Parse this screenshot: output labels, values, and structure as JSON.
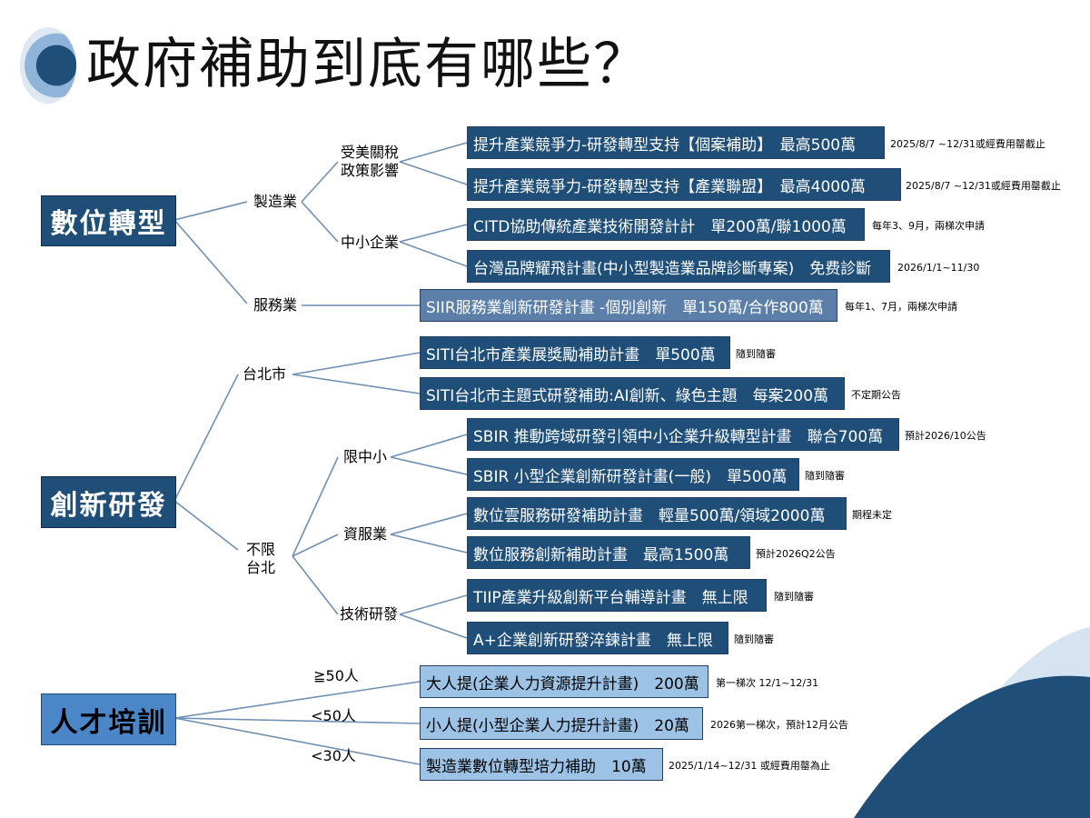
{
  "title": "政府補助到底有哪些？",
  "categories": {
    "digital": "數位轉型",
    "innovation": "創新研發",
    "talent": "人才培訓"
  },
  "nodes": {
    "manufacturing": "製造業",
    "tariff": "受美關稅\n政策影響",
    "sme": "中小企業",
    "services": "服務業",
    "taipei": "台北市",
    "not_taipei": "不限\n台北",
    "sme_only": "限中小",
    "it_services": "資服業",
    "tech_rd": "技術研發",
    "ge50": "≧50人",
    "lt50": "<50人",
    "lt30": "<30人"
  },
  "programs": [
    {
      "label": "提升產業競爭力-研發轉型支持【個案補助】　最高500萬",
      "note": "2025/8/7 ~12/31或經費用罄截止"
    },
    {
      "label": "提升產業競爭力-研發轉型支持【產業聯盟】　最高4000萬",
      "note": "2025/8/7 ~12/31或經費用罄截止"
    },
    {
      "label": "CITD協助傳統產業技術開發計計　單200萬/聯1000萬",
      "note": "每年3、9月，兩梯次申請"
    },
    {
      "label": "台灣品牌耀飛計畫(中小型製造業品牌診斷專案)　免费診斷",
      "note": "2026/1/1~11/30"
    },
    {
      "label": "SIIR服務業創新研發計畫 -個別創新　單150萬/合作800萬",
      "note": "每年1、7月，兩梯次申請"
    },
    {
      "label": "SITI台北市產業展獎勵補助計畫　單500萬",
      "note": "隨到隨審"
    },
    {
      "label": "SITI台北市主題式研發補助:AI創新、綠色主題　每案200萬",
      "note": "不定期公告"
    },
    {
      "label": "SBIR 推動跨域研發引領中小企業升級轉型計畫　聯合700萬",
      "note": "預計2026/10公告"
    },
    {
      "label": "SBIR 小型企業創新研發計畫(一般)　單500萬",
      "note": "隨到隨審"
    },
    {
      "label": "數位雲服務研發補助計畫　輕量500萬/領域2000萬",
      "note": "期程未定"
    },
    {
      "label": "數位服務創新補助計畫　最高1500萬",
      "note": "預計2026Q2公告"
    },
    {
      "label": "TIIP產業升級創新平台輔導計畫　無上限",
      "note": "隨到隨審"
    },
    {
      "label": "A+企業創新研發淬鍊計畫　無上限",
      "note": "隨到隨審"
    },
    {
      "label": "大人提(企業人力資源提升計畫)　200萬",
      "note": "第一梯次 12/1~12/31"
    },
    {
      "label": "小人提(小型企業人力提升計畫)　20萬",
      "note": "2026第一梯次，預計12月公告"
    },
    {
      "label": "製造業數位轉型培力補助　10萬",
      "note": "2025/1/14~12/31 或經費用罄為止"
    }
  ],
  "colors": {
    "dark_box": "#1f4e79",
    "mid_box": "#5b7fa8",
    "light_box": "#9cc3e6",
    "connector": "#6f8fb3",
    "wave_dark": "#1f4e79",
    "wave_light": "#d6e4f2"
  }
}
